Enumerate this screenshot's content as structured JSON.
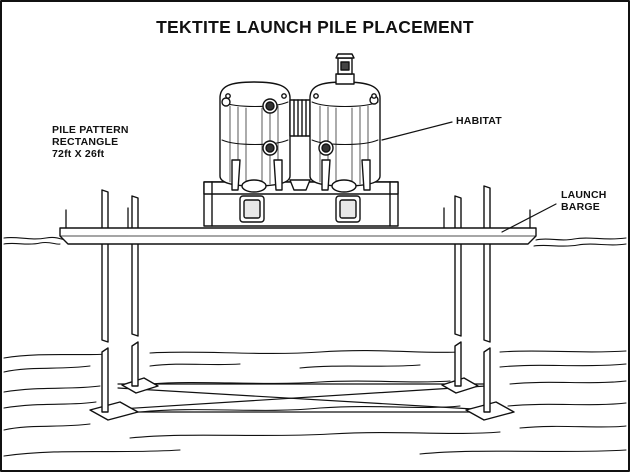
{
  "title": "TEKTITE LAUNCH PILE PLACEMENT",
  "pile_pattern": {
    "line1": "PILE PATTERN",
    "line2": "RECTANGLE",
    "line3": "72ft X 26ft"
  },
  "habitat_label": "HABITAT",
  "barge_label": {
    "line1": "LAUNCH",
    "line2": "BARGE"
  },
  "colors": {
    "ink": "#111111",
    "paper": "#ffffff",
    "window": "#444444"
  }
}
